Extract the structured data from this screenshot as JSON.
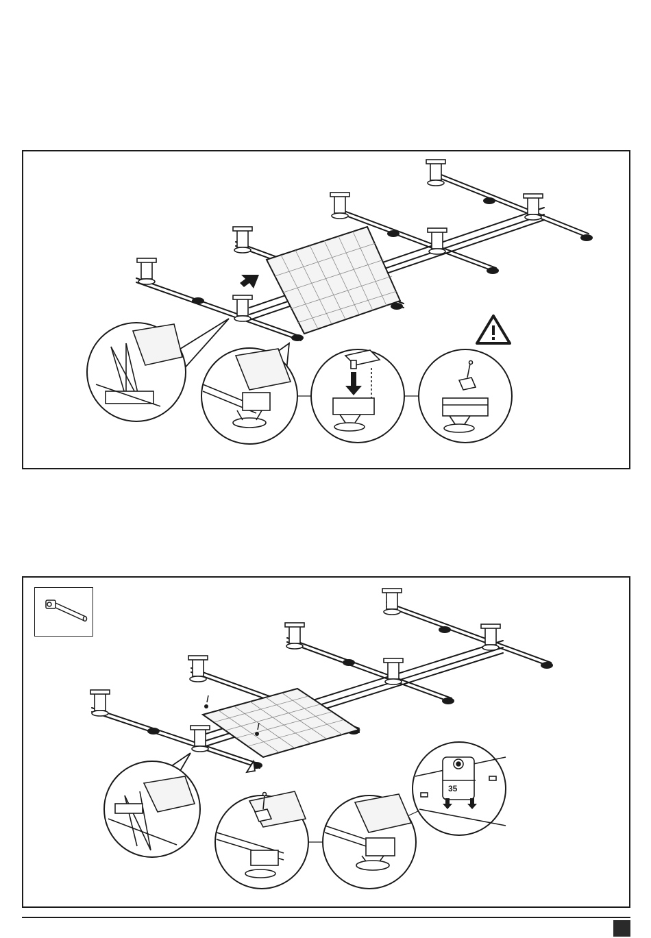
{
  "figures": [
    {
      "name": "step-install-first-module",
      "warning_icon": "warning-triangle-icon",
      "arrow_icon": "down-left-arrow-icon",
      "details": [
        "detail-corner-frame",
        "detail-rail-end",
        "detail-clip-insert",
        "detail-clip-screw"
      ]
    },
    {
      "name": "step-fix-module",
      "tool_icon": "hex-key-tool-icon",
      "details": [
        "detail-corner-frame",
        "detail-screw-clamp",
        "detail-rail-end",
        "detail-clamp-top-view"
      ],
      "clamp_label": "35"
    }
  ],
  "colors": {
    "line": "#1a1a1a",
    "marker": "#2a2a2a",
    "panel_fill": "#f4f4f4"
  }
}
